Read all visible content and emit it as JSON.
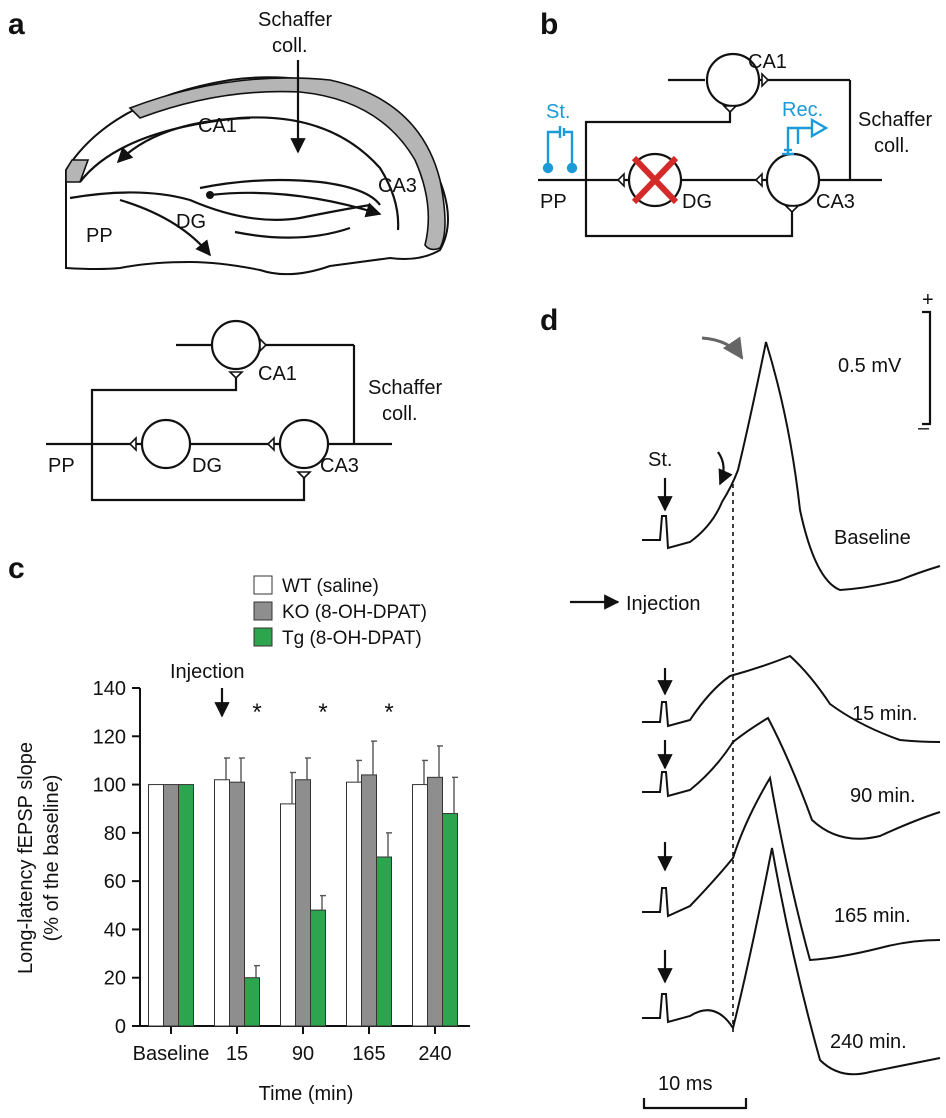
{
  "panels": {
    "a": "a",
    "b": "b",
    "c": "c",
    "d": "d"
  },
  "panel_a": {
    "schaffer_line1": "Schaffer",
    "schaffer_line2": "coll.",
    "ca1": "CA1",
    "ca3": "CA3",
    "dg": "DG",
    "pp": "PP",
    "circuit": {
      "ca1": "CA1",
      "dg": "DG",
      "ca3": "CA3",
      "pp": "PP",
      "schaffer_line1": "Schaffer",
      "schaffer_line2": "coll."
    }
  },
  "panel_b": {
    "ca1": "CA1",
    "dg": "DG",
    "ca3": "CA3",
    "pp": "PP",
    "stim": "St.",
    "rec": "Rec.",
    "schaffer_line1": "Schaffer",
    "schaffer_line2": "coll.",
    "colors": {
      "stim_rec": "#1a9ad6",
      "lesion": "#d42a2a"
    }
  },
  "chart_data": {
    "type": "bar",
    "categories": [
      "Baseline",
      "15",
      "90",
      "165",
      "240"
    ],
    "xlabel": "Time (min)",
    "ylabel_line1": "Long-latency fEPSP slope",
    "ylabel_line2": "(% of the baseline)",
    "ylim": [
      0,
      140
    ],
    "yticks": [
      "0",
      "20",
      "40",
      "60",
      "80",
      "100",
      "120",
      "140"
    ],
    "series": [
      {
        "name": "WT (saline)",
        "color": "#ffffff",
        "values": [
          100,
          102,
          92,
          101,
          100
        ],
        "errors": [
          0,
          9,
          13,
          9,
          10
        ]
      },
      {
        "name": "KO (8-OH-DPAT)",
        "color": "#8e8e8e",
        "values": [
          100,
          101,
          102,
          104,
          103
        ],
        "errors": [
          0,
          10,
          9,
          14,
          13
        ]
      },
      {
        "name": "Tg (8-OH-DPAT)",
        "color": "#2da44e",
        "values": [
          100,
          20,
          48,
          70,
          88
        ],
        "errors": [
          0,
          5,
          6,
          10,
          15
        ]
      }
    ],
    "significance": [
      "",
      "*",
      "*",
      "*",
      ""
    ],
    "injection_label": "Injection",
    "injection_after_index": 0
  },
  "panel_d": {
    "stim": "St.",
    "scale_voltage": "0.5 mV",
    "scale_time": "10 ms",
    "plus": "+",
    "minus": "–",
    "injection": "Injection",
    "traces": [
      "Baseline",
      "15 min.",
      "90 min.",
      "165 min.",
      "240 min."
    ]
  }
}
